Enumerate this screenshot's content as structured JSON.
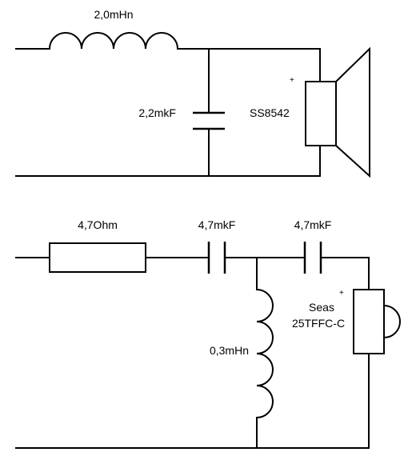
{
  "circuit_top": {
    "inductor": "2,0mHn",
    "capacitor": "2,2mkF",
    "speaker_model": "SS8542",
    "polarity": "+"
  },
  "circuit_bottom": {
    "resistor": "4,7Ohm",
    "capacitor_1": "4,7mkF",
    "capacitor_2": "4,7mkF",
    "inductor": "0,3mHn",
    "speaker_brand": "Seas",
    "speaker_model": "25TFFC-C",
    "polarity": "+"
  }
}
